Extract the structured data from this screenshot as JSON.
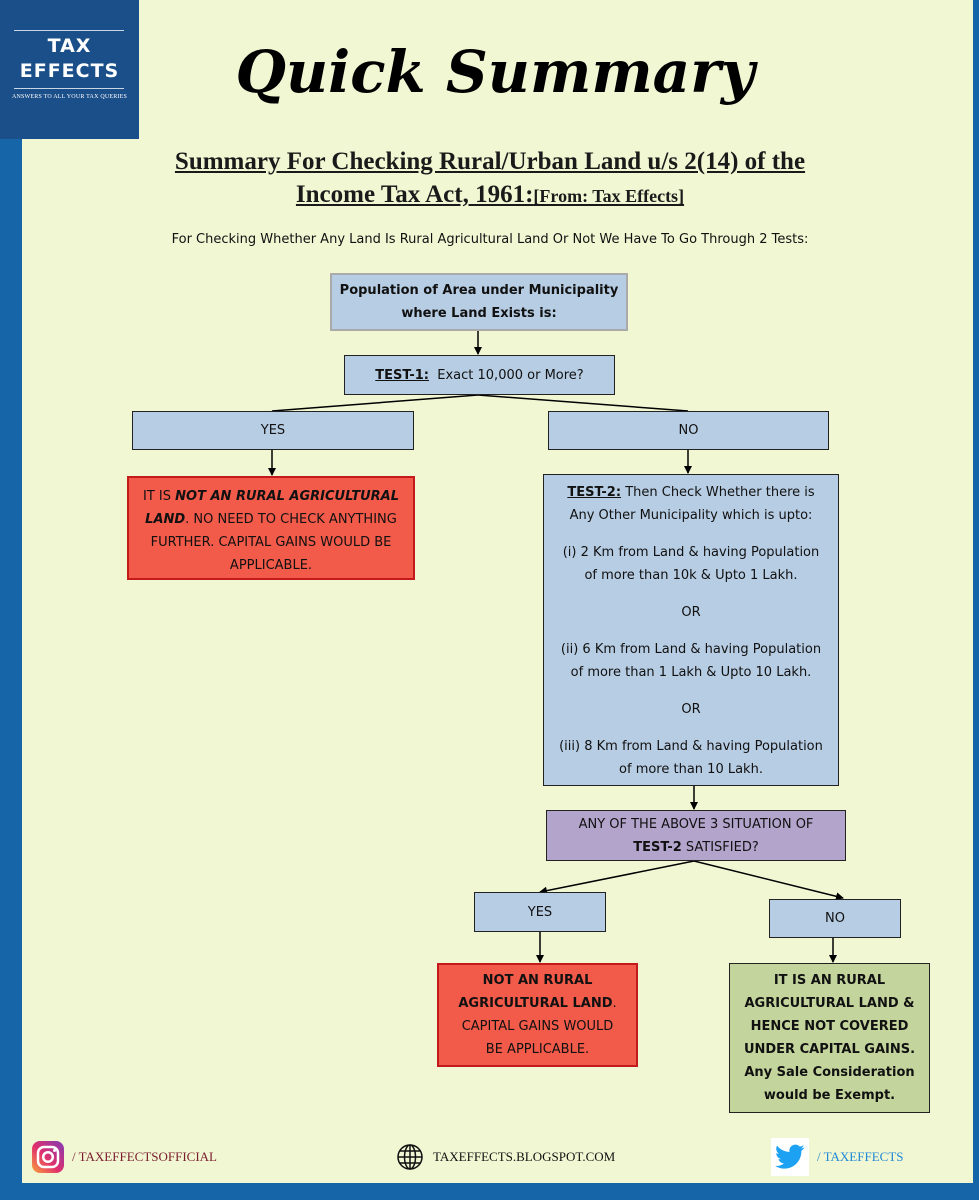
{
  "logo": {
    "line1": "TAX",
    "line2": "EFFECTS",
    "tagline": "ANSWERS TO ALL YOUR TAX QUERIES"
  },
  "title": "Quick Summary",
  "subtitle": {
    "line1": "Summary For Checking Rural/Urban Land u/s 2(14) of the",
    "line2": "Income Tax Act, 1961:",
    "source": "[From: Tax Effects]"
  },
  "intro": "For Checking Whether Any Land Is Rural Agricultural Land Or Not We Have To Go Through 2 Tests:",
  "flow": {
    "start": {
      "line1": "Population of Area under Municipality",
      "line2": "where Land Exists is:"
    },
    "test1": {
      "label": "TEST-1:",
      "text": "Exact 10,000 or More?"
    },
    "yes1": "YES",
    "no1": "NO",
    "result_yes1": {
      "p1": "IT IS ",
      "bold": "NOT AN RURAL AGRICULTURAL LAND",
      "p2": ". NO NEED TO CHECK ANYTHING FURTHER. CAPITAL GAINS WOULD BE APPLICABLE."
    },
    "test2": {
      "label": "TEST-2:",
      "intro": "Then Check Whether there is Any Other Municipality which is upto:",
      "opt1": {
        "l1": "(i) 2 Km from Land & having Population",
        "l2": "of more than 10k & Upto 1 Lakh."
      },
      "or1": "OR",
      "opt2": {
        "l1": "(ii) 6 Km from Land & having Population",
        "l2": "of more than 1 Lakh & Upto 10 Lakh."
      },
      "or2": "OR",
      "opt3": {
        "l1": "(iii) 8 Km from Land & having Population",
        "l2": "of more than 10 Lakh."
      }
    },
    "question": {
      "line1": "ANY OF THE ABOVE 3 SITUATION  OF",
      "bold": "TEST-2",
      "rest": " SATISFIED?"
    },
    "yes2": "YES",
    "no2": "NO",
    "result_yes2": {
      "bold1": "NOT AN RURAL",
      "bold2": "AGRICULTURAL LAND",
      "p1": ".",
      "l3": "CAPITAL GAINS WOULD",
      "l4": "BE APPLICABLE."
    },
    "result_no2": {
      "l1": "IT IS AN RURAL",
      "l2": "AGRICULTURAL LAND &",
      "l3": "HENCE NOT COVERED",
      "l4": "UNDER CAPITAL GAINS.",
      "l5": "Any Sale Consideration",
      "l6": "would be Exempt."
    }
  },
  "footer": {
    "instagram": "/ TAXEFFECTSOFFICIAL",
    "website": "TAXEFFECTS.BLOGSPOT.COM",
    "twitter": "/ TAXEFFECTS"
  },
  "colors": {
    "frame": "#1565a8",
    "panel": "#f1f7d3",
    "box": "#b7cde4",
    "red": "#f25a4a",
    "purple": "#b3a4cc",
    "green": "#c3d59c",
    "twitter": "#1da1f2"
  }
}
